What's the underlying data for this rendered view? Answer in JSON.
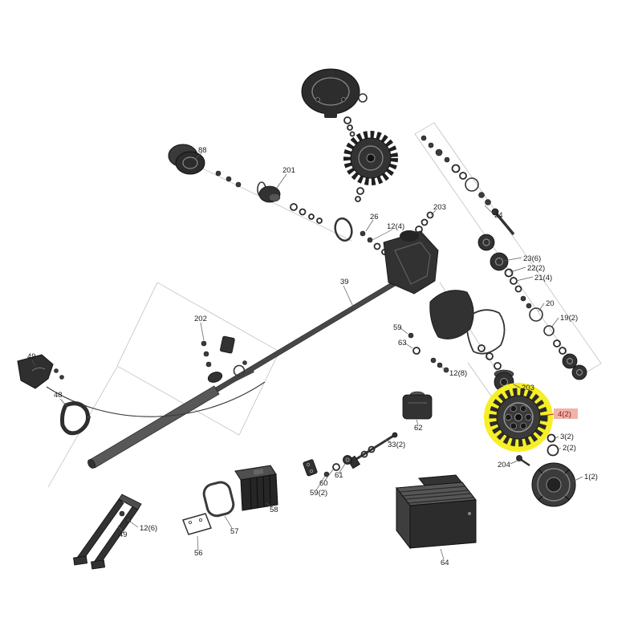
{
  "diagram": {
    "selected_part": {
      "label": "4(2)",
      "highlight_color": "#f6ef25",
      "callout_background": "#f2b3aa",
      "callout_text_color": "#8a1f1f"
    },
    "labels": {
      "p88": "88",
      "p201": "201",
      "p26": "26",
      "p12_4": "12(4)",
      "p203a": "203",
      "p24": "24",
      "p23_6": "23(6)",
      "p22_2": "22(2)",
      "p21_4": "21(4)",
      "p20": "20",
      "p19_2": "19(2)",
      "p39": "39",
      "p202": "202",
      "p49a": "49",
      "p48": "48",
      "p59a": "59",
      "p63": "63",
      "p12_8": "12(8)",
      "p203b": "203",
      "p3_2": "3(2)",
      "p2_2": "2(2)",
      "p204": "204",
      "p1_2": "1(2)",
      "p62": "62",
      "p33_2": "33(2)",
      "p61": "61",
      "p60": "60",
      "p59_2": "59(2)",
      "p58": "58",
      "p57": "57",
      "p56": "56",
      "p12_6": "12(6)",
      "p49b": "49",
      "p64": "64"
    }
  }
}
